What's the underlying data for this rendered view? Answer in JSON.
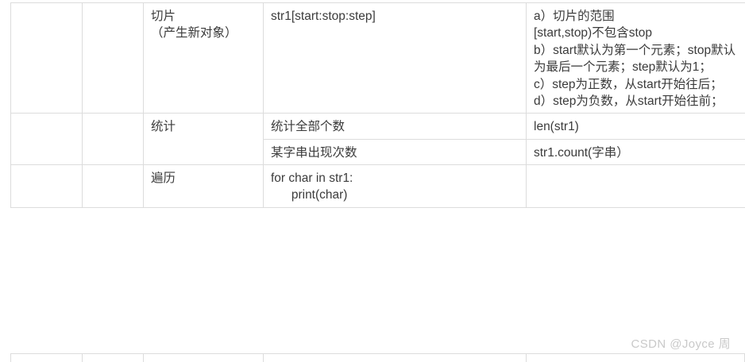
{
  "document": {
    "type": "table",
    "watermark": "CSDN @Joyce 周",
    "colors": {
      "border": "#dcdcdc",
      "text": "#3b3b3b",
      "watermark": "#c9c9c9",
      "background": "#ffffff"
    }
  },
  "table": {
    "columns": 5,
    "rows": [
      {
        "id": "row-slice",
        "cells": [
          {
            "name": "blank-col1",
            "text": ""
          },
          {
            "name": "blank-col2",
            "text": ""
          },
          {
            "name": "operation-name",
            "text": "切片\n（产生新对象）"
          },
          {
            "name": "operation-syntax",
            "text": "str1[start:stop:step]"
          },
          {
            "name": "operation-description",
            "text": "a）切片的范围\n[start,stop)不包含stop\nb）start默认为第一个元素；stop默认为最后一个元素；step默认为1；\nc）step为正数，从start开始往后；\nd）step为负数，从start开始往前；"
          }
        ]
      },
      {
        "id": "row-count-all",
        "cells": [
          {
            "name": "blank-col1",
            "text": ""
          },
          {
            "name": "blank-col2",
            "text": ""
          },
          {
            "name": "operation-name",
            "text": "统计"
          },
          {
            "name": "operation-syntax",
            "text": "统计全部个数"
          },
          {
            "name": "operation-description",
            "text": "len(str1)"
          }
        ]
      },
      {
        "id": "row-count-substring",
        "cells": [
          {
            "name": "operation-syntax",
            "text": "某字串出现次数"
          },
          {
            "name": "operation-description",
            "text": "str1.count(字串）"
          }
        ]
      },
      {
        "id": "row-iterate",
        "cells": [
          {
            "name": "blank-col1",
            "text": ""
          },
          {
            "name": "blank-col2",
            "text": ""
          },
          {
            "name": "operation-name",
            "text": "遍历"
          },
          {
            "name": "operation-syntax",
            "text": "for char in str1:\n      print(char)"
          },
          {
            "name": "operation-description",
            "text": ""
          }
        ]
      }
    ]
  }
}
